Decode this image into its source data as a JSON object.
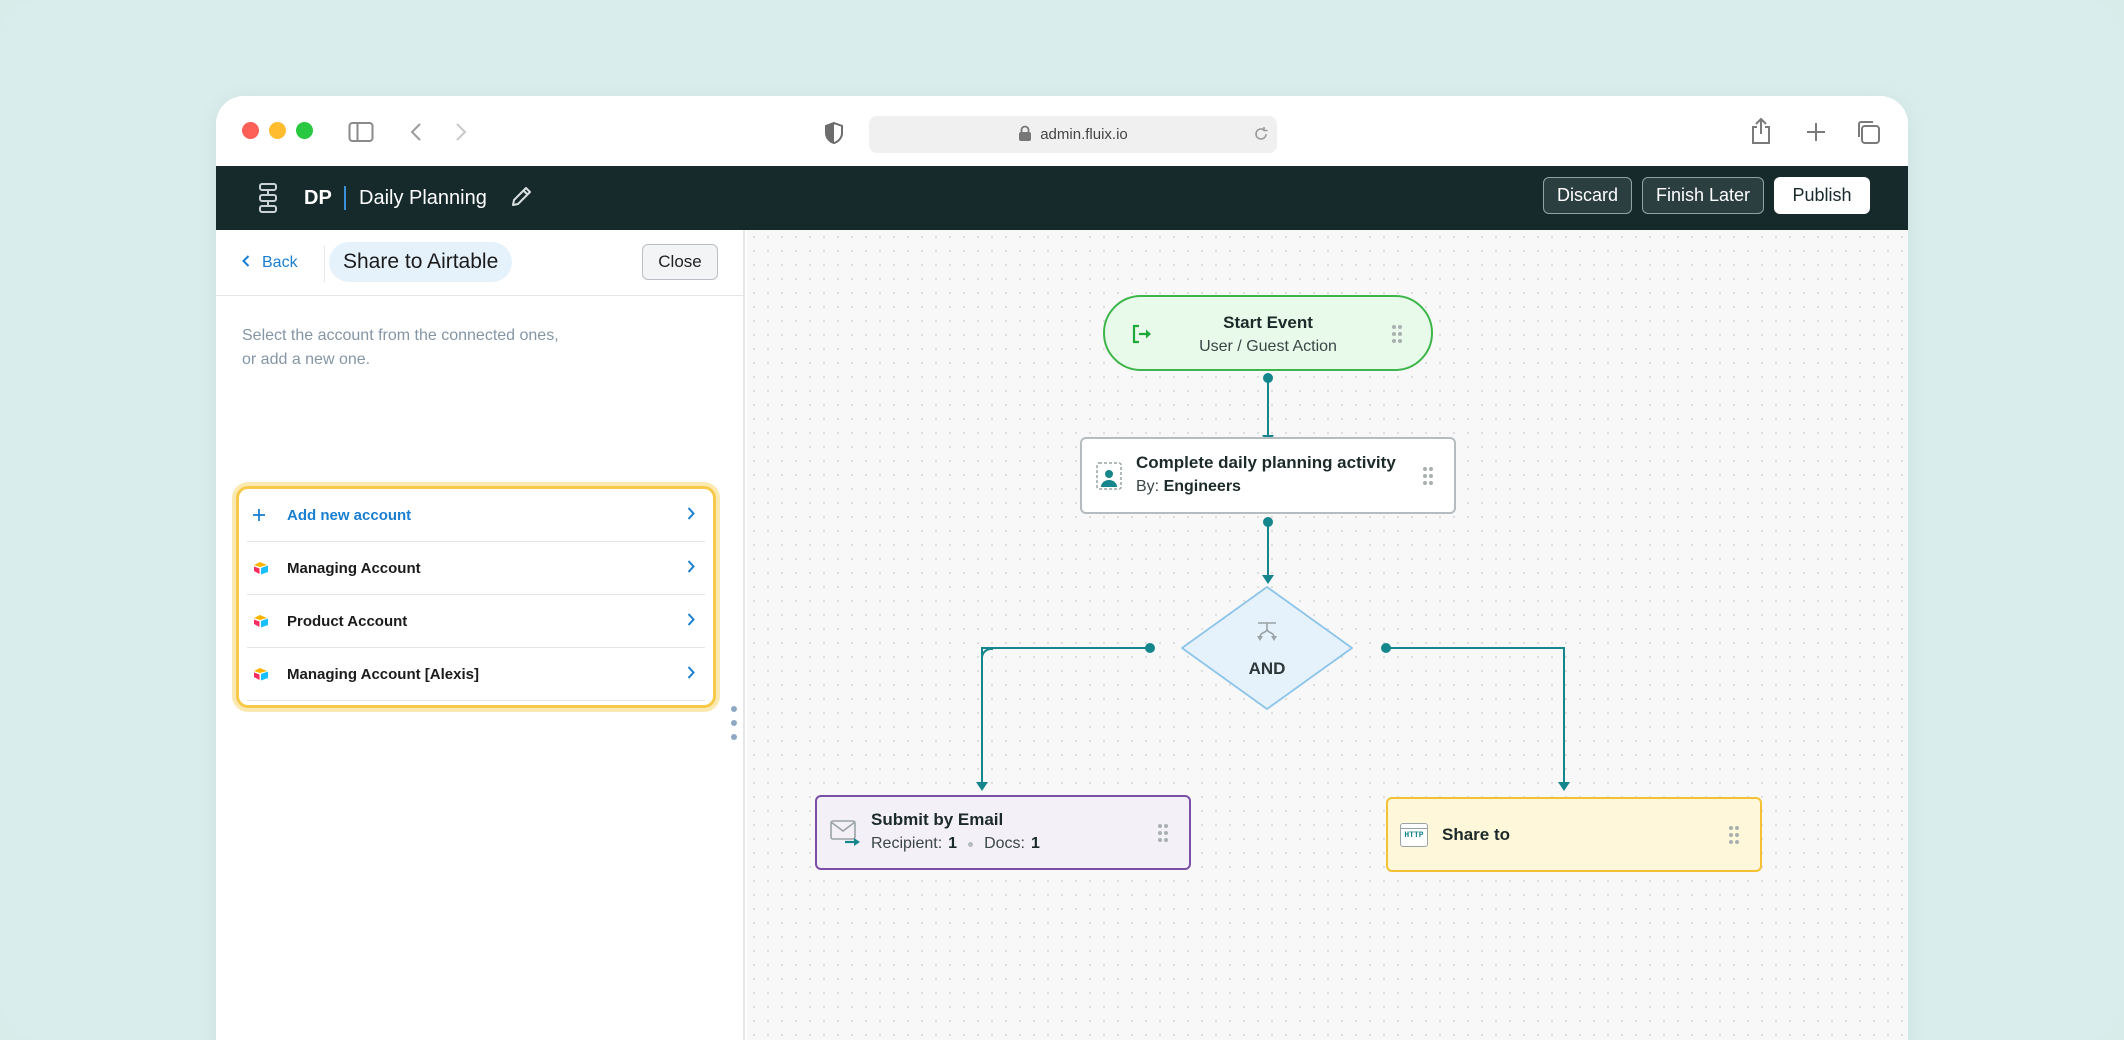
{
  "browser": {
    "url": "admin.fluix.io"
  },
  "header": {
    "initials": "DP",
    "title": "Daily Planning",
    "discard_label": "Discard",
    "finish_later_label": "Finish Later",
    "publish_label": "Publish"
  },
  "panel": {
    "back_label": "Back",
    "title": "Share to Airtable",
    "close_label": "Close",
    "description_line1": "Select the account from the connected ones,",
    "description_line2": "or add a new one.",
    "add_account_label": "Add new account",
    "accounts": [
      {
        "label": "Managing Account"
      },
      {
        "label": "Product Account"
      },
      {
        "label": "Managing Account [Alexis]"
      }
    ]
  },
  "flow": {
    "start": {
      "title": "Start Event",
      "subtitle": "User / Guest Action"
    },
    "task": {
      "title": "Complete daily planning activity",
      "by_label": "By:",
      "by_value": "Engineers"
    },
    "gateway": {
      "label": "AND"
    },
    "email": {
      "title": "Submit by Email",
      "recipient_label": "Recipient:",
      "recipient_value": "1",
      "docs_label": "Docs:",
      "docs_value": "1"
    },
    "share": {
      "title": "Share to",
      "badge": "HTTP"
    }
  },
  "colors": {
    "header_bg": "#162a2c",
    "accent_blue": "#1a7fd0",
    "connector": "#14868c",
    "start_node_bg": "#e8fbea",
    "start_node_border": "#3db54a",
    "email_node_bg": "#f4f0f7",
    "email_node_border": "#7b4ea8",
    "share_node_bg": "#fff7d9",
    "share_node_border": "#f5c134",
    "highlight": "#f6c94a"
  }
}
